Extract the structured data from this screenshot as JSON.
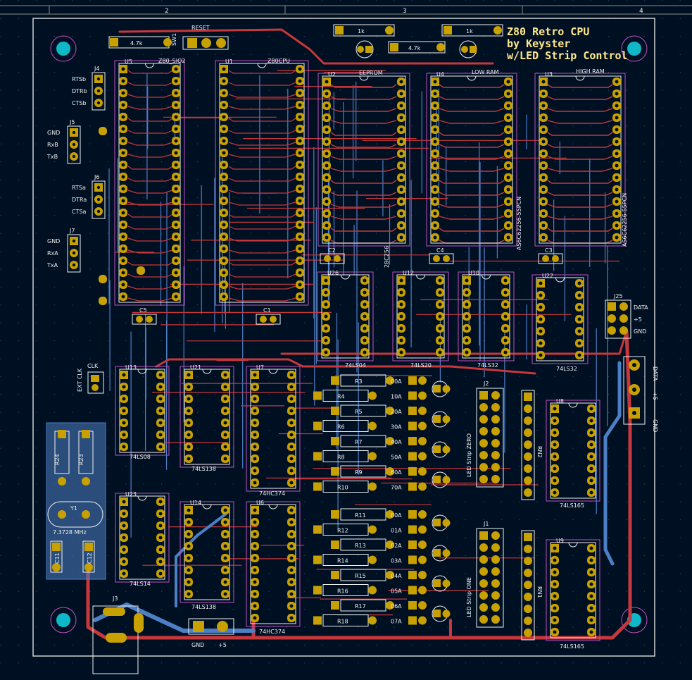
{
  "board": {
    "title_lines": [
      "Z80 Retro CPU",
      "by Keyster",
      "w/LED Strip Control"
    ],
    "frame_cols": [
      "2",
      "3",
      "4"
    ],
    "colors": {
      "background": "#001023",
      "board_edge": "#d0d0d0",
      "copper_front": "#c8373a",
      "copper_back": "#4d7fc4",
      "pad": "#c8a000",
      "silkscreen": "#f0f0f0",
      "courtyard": "#c050c0",
      "mounting_hole": "#0fb7c8",
      "title": "#ffe88a"
    }
  },
  "chips": [
    {
      "ref": "U5",
      "value": "Z80_SIO2"
    },
    {
      "ref": "U1",
      "value": "Z80CPU"
    },
    {
      "ref": "U2",
      "value": "EEPROM"
    },
    {
      "ref": "U4",
      "value": "LOW RAM"
    },
    {
      "ref": "U3",
      "value": "HIGH RAM"
    },
    {
      "ref": "U26",
      "value": "74LS04"
    },
    {
      "ref": "U12",
      "value": "74LS20"
    },
    {
      "ref": "U10",
      "value": "74LS32"
    },
    {
      "ref": "U22",
      "value": "74LS32"
    },
    {
      "ref": "U13",
      "value": "74LS08"
    },
    {
      "ref": "U21",
      "value": "74LS138"
    },
    {
      "ref": "U7",
      "value": "74HC374"
    },
    {
      "ref": "U23",
      "value": "74LS14"
    },
    {
      "ref": "U14",
      "value": "74LS138"
    },
    {
      "ref": "U6",
      "value": "74HC374"
    },
    {
      "ref": "U8",
      "value": "74LS165"
    },
    {
      "ref": "U9",
      "value": "74LS165"
    }
  ],
  "chip_side_labels": {
    "u2": "28C256",
    "u4": "AS6C62256-55PCN",
    "u3": "AS6C62256-55PCN"
  },
  "resistors_top": [
    {
      "ref": "R3",
      "led": "00A"
    },
    {
      "ref": "R4",
      "led": "10A"
    },
    {
      "ref": "R5",
      "led": "20A"
    },
    {
      "ref": "R6",
      "led": "30A"
    },
    {
      "ref": "R7",
      "led": "40A"
    },
    {
      "ref": "R8",
      "led": "50A"
    },
    {
      "ref": "R9",
      "led": "60A"
    },
    {
      "ref": "R10",
      "led": "70A"
    }
  ],
  "resistors_bottom": [
    {
      "ref": "R11",
      "led": "00A"
    },
    {
      "ref": "R12",
      "led": "01A"
    },
    {
      "ref": "R13",
      "led": "02A"
    },
    {
      "ref": "R14",
      "led": "03A"
    },
    {
      "ref": "R15",
      "led": "04A"
    },
    {
      "ref": "R16",
      "led": "05A"
    },
    {
      "ref": "R17",
      "led": "06A"
    },
    {
      "ref": "R18",
      "led": "07A"
    }
  ],
  "misc_values": {
    "r_4k7": "4.7k",
    "r_1k": "1k",
    "reset": "RESET",
    "sw1": "SW1",
    "clk": "CLK",
    "ext_clk": "EXT CLK",
    "crystal": "7.3728 MHz",
    "y1": "Y1",
    "r24": "R24",
    "r23": "R23",
    "c11": "C11",
    "c12": "C12",
    "c5": "C5",
    "c1": "C1",
    "c2": "C2",
    "c3": "C3",
    "c4": "C4",
    "j3": "J3",
    "j25": "J25",
    "j2": "J2",
    "j1": "J1",
    "rn2": "RN2",
    "rn1": "RN1",
    "strip_zero": "LED Strip ZERO",
    "strip_one": "LED Strip ONE"
  },
  "connectors": {
    "j4": {
      "ref": "J4",
      "pins": [
        "RTSb",
        "DTRb",
        "CTSb"
      ]
    },
    "j5": {
      "ref": "J5",
      "pins": [
        "GND",
        "RxB",
        "TxB"
      ]
    },
    "j6": {
      "ref": "J6",
      "pins": [
        "RTSa",
        "DTRa",
        "CTSa"
      ]
    },
    "j7": {
      "ref": "J7",
      "pins": [
        "GND",
        "RxA",
        "TxA"
      ]
    },
    "j25_labels": [
      "DATA",
      "+5",
      "GND"
    ],
    "right_labels": [
      "DATA",
      "+5",
      "GND"
    ],
    "power_labels": [
      "GND",
      "+5"
    ]
  }
}
